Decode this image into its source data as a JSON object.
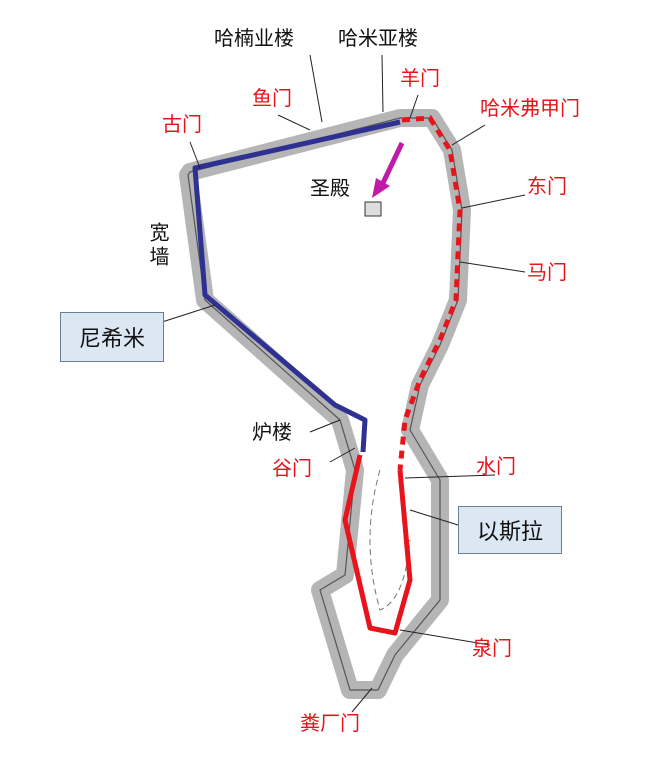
{
  "labels": {
    "hananel_tower": "哈楠业楼",
    "hammeah_tower": "哈米亚楼",
    "sheep_gate": "羊门",
    "fish_gate": "鱼门",
    "old_gate": "古门",
    "miphkad_gate": "哈米弗甲门",
    "temple": "圣殿",
    "east_gate": "东门",
    "broad_wall": "宽墙",
    "horse_gate": "马门",
    "nehemiah": "尼希米",
    "ovens_tower": "炉楼",
    "valley_gate": "谷门",
    "water_gate": "水门",
    "ezra": "以斯拉",
    "fountain_gate": "泉门",
    "dung_gate": "粪厂门"
  },
  "colors": {
    "nehemiah_route": "#2e3192",
    "ezra_route": "#e8141b",
    "arrow": "#c21aa8",
    "label_box": "#dbe8f4",
    "wall": "#b5b5b5"
  }
}
